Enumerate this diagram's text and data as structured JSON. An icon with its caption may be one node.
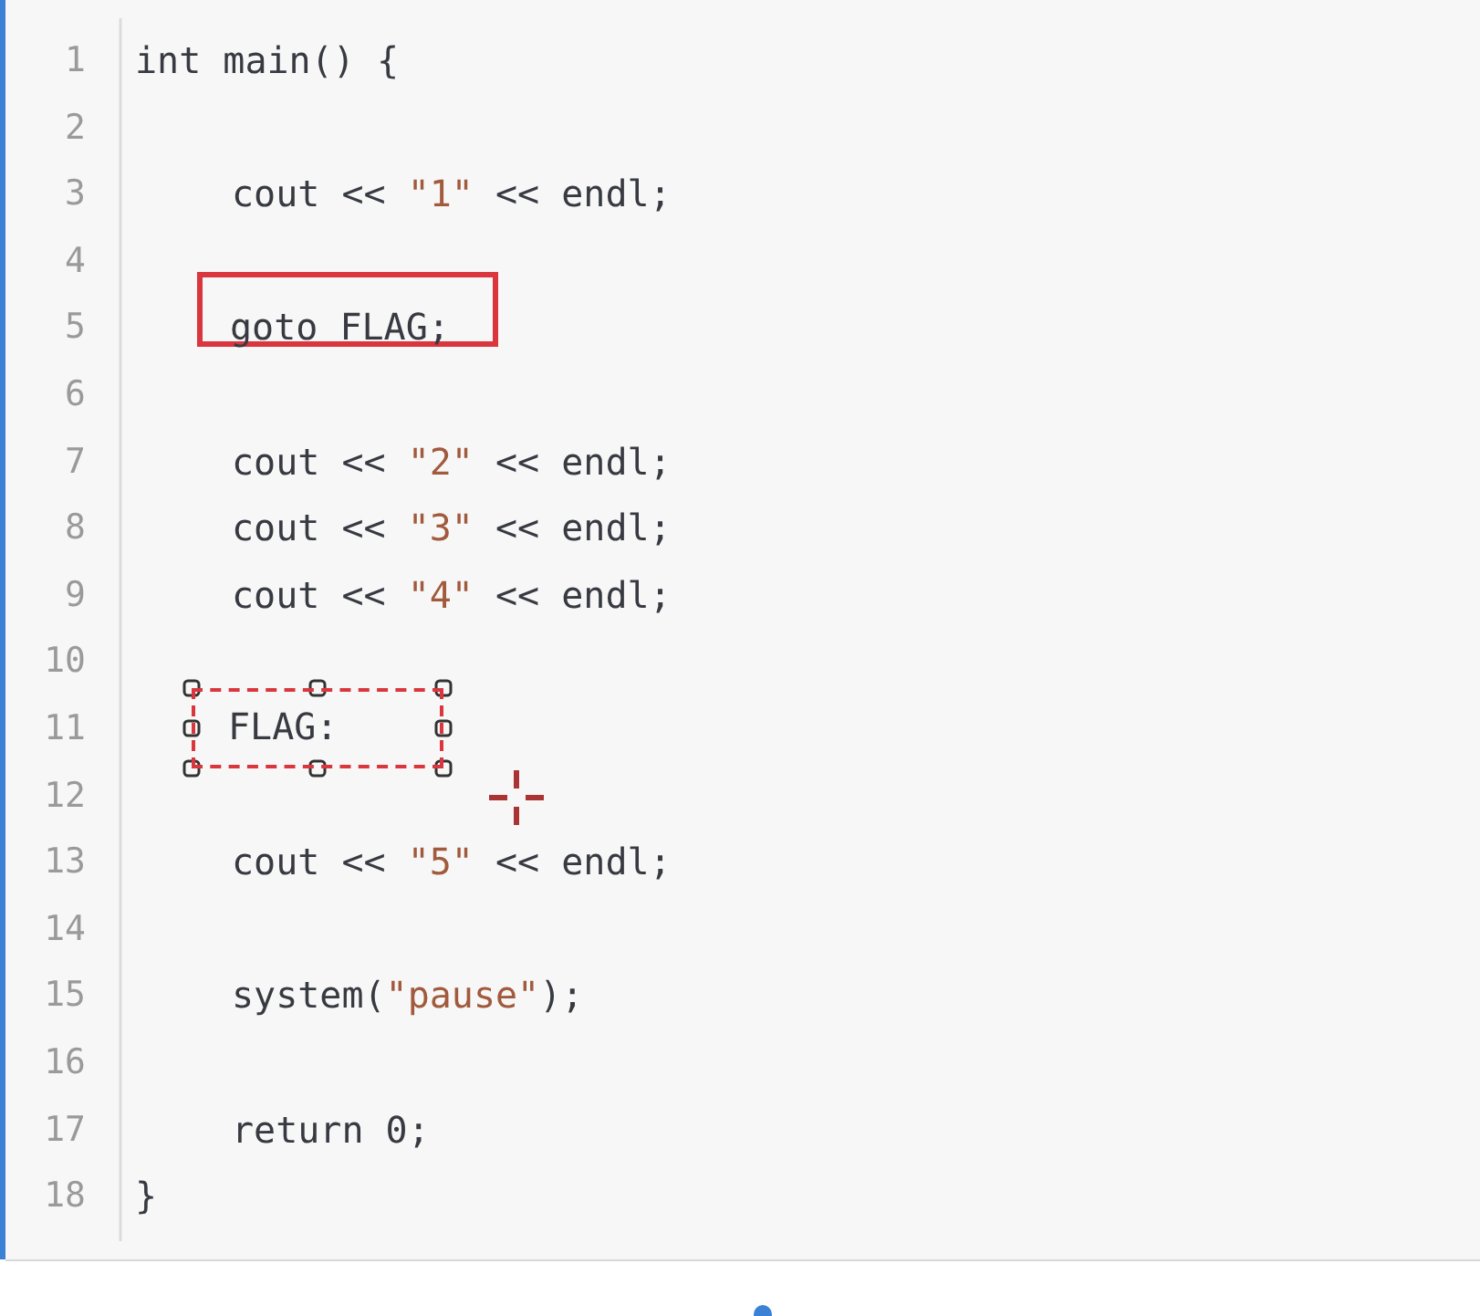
{
  "diagram": {
    "nodes": [
      {
        "text": [
          "goto FLAG;"
        ]
      },
      {
        "text": [
          "FLAG:"
        ]
      }
    ],
    "labels": [
      "1",
      "int main() {",
      "2",
      "3",
      "cout << \"1\" << endl;",
      "4",
      "5",
      "6",
      "7",
      "cout << \"2\" << endl;",
      "8",
      "cout << \"3\" << endl;",
      "9",
      "cout << \"4\" << endl;",
      "10",
      "11",
      "12",
      "13",
      "cout << \"5\" << endl;",
      "14",
      "15",
      "system(\"pause\");",
      "16",
      "17",
      "return 0;",
      "18",
      "}"
    ]
  }
}
